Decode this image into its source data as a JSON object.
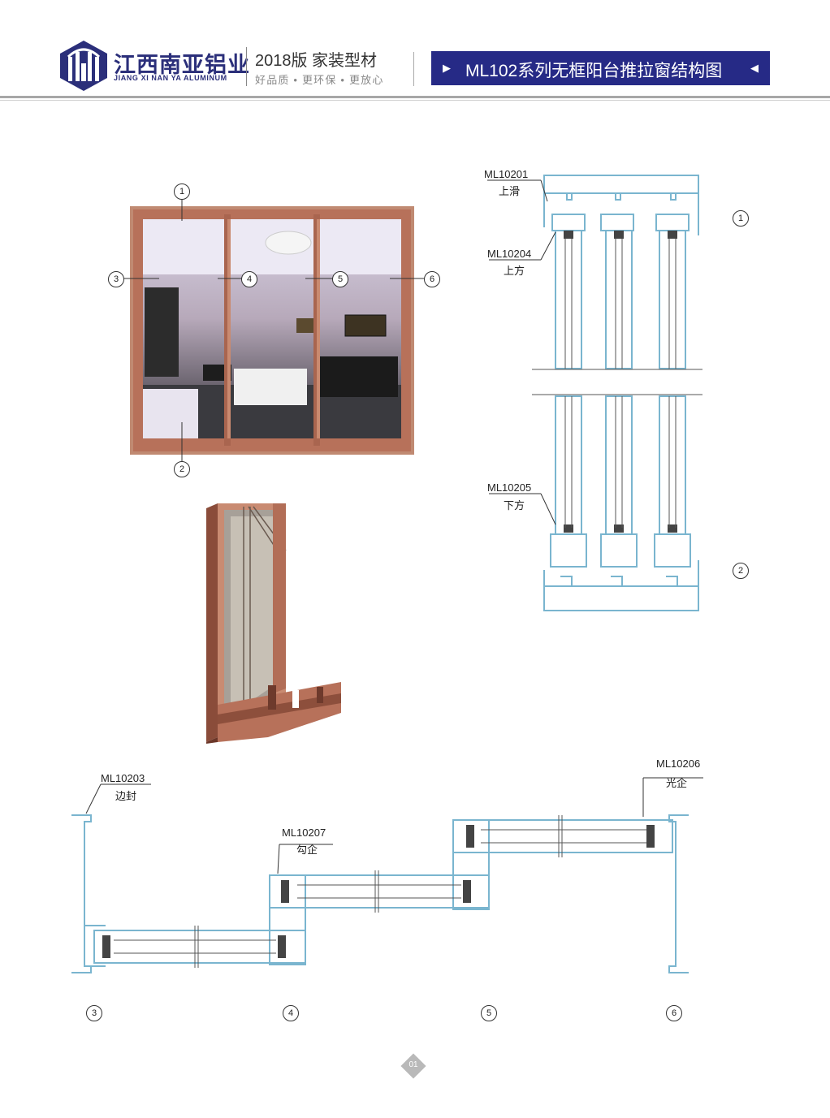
{
  "header": {
    "brand_cn": "江西南亚铝业",
    "brand_en": "JIANG XI NAN YA ALUMINUM",
    "edition": "2018版  家装型材",
    "slogan": "好品质 • 更环保 • 更放心",
    "banner_title": "ML102系列无框阳台推拉窗结构图",
    "banner_left_icon": "play-right-icon",
    "banner_right_icon": "play-left-icon",
    "brand_color": "#2b2f7a",
    "banner_color": "#262a86"
  },
  "photo_callouts": [
    "1",
    "2",
    "3",
    "4",
    "5",
    "6"
  ],
  "vertical_section": {
    "top_profile": {
      "code": "ML10201",
      "name": "上滑"
    },
    "upper_sash": {
      "code": "ML10204",
      "name": "上方"
    },
    "lower_sash": {
      "code": "ML10205",
      "name": "下方"
    },
    "callout_top": "1",
    "callout_bottom": "2"
  },
  "horizontal_section": {
    "side_seal": {
      "code": "ML10203",
      "name": "边封"
    },
    "hook_stile": {
      "code": "ML10207",
      "name": "勾企"
    },
    "plain_stile": {
      "code": "ML10206",
      "name": "光企"
    },
    "callouts": [
      "3",
      "4",
      "5",
      "6"
    ]
  },
  "colors": {
    "profile_blue": "#7ab5cf",
    "frame_bronze": "#b7715a"
  },
  "footer": {
    "page_number": "01"
  }
}
